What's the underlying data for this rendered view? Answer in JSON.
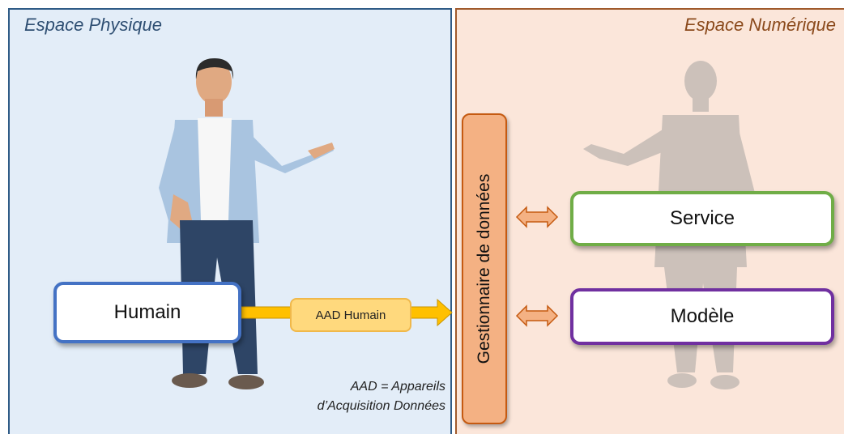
{
  "panels": {
    "physical": {
      "title": "Espace Physique"
    },
    "numeric": {
      "title": "Espace Numérique"
    }
  },
  "boxes": {
    "humain": "Humain",
    "service": "Service",
    "modele": "Modèle",
    "gestionnaire": "Gestionnaire de données",
    "aad_badge": "AAD Humain"
  },
  "note": {
    "line1": "AAD = Appareils",
    "line2": "d’Acquisition Données"
  },
  "colors": {
    "physical_bg": "#e3edf8",
    "numeric_bg": "#fbe6da",
    "humain_border": "#4472c4",
    "service_border": "#70ad47",
    "modele_border": "#7030a0",
    "gestionnaire_fill": "#f4b183",
    "arrow_yellow": "#ffc000",
    "double_arrow": "#f4b183"
  },
  "icons": [
    "person-illustration",
    "person-ghost-illustration",
    "right-arrow-icon",
    "double-arrow-icon"
  ]
}
